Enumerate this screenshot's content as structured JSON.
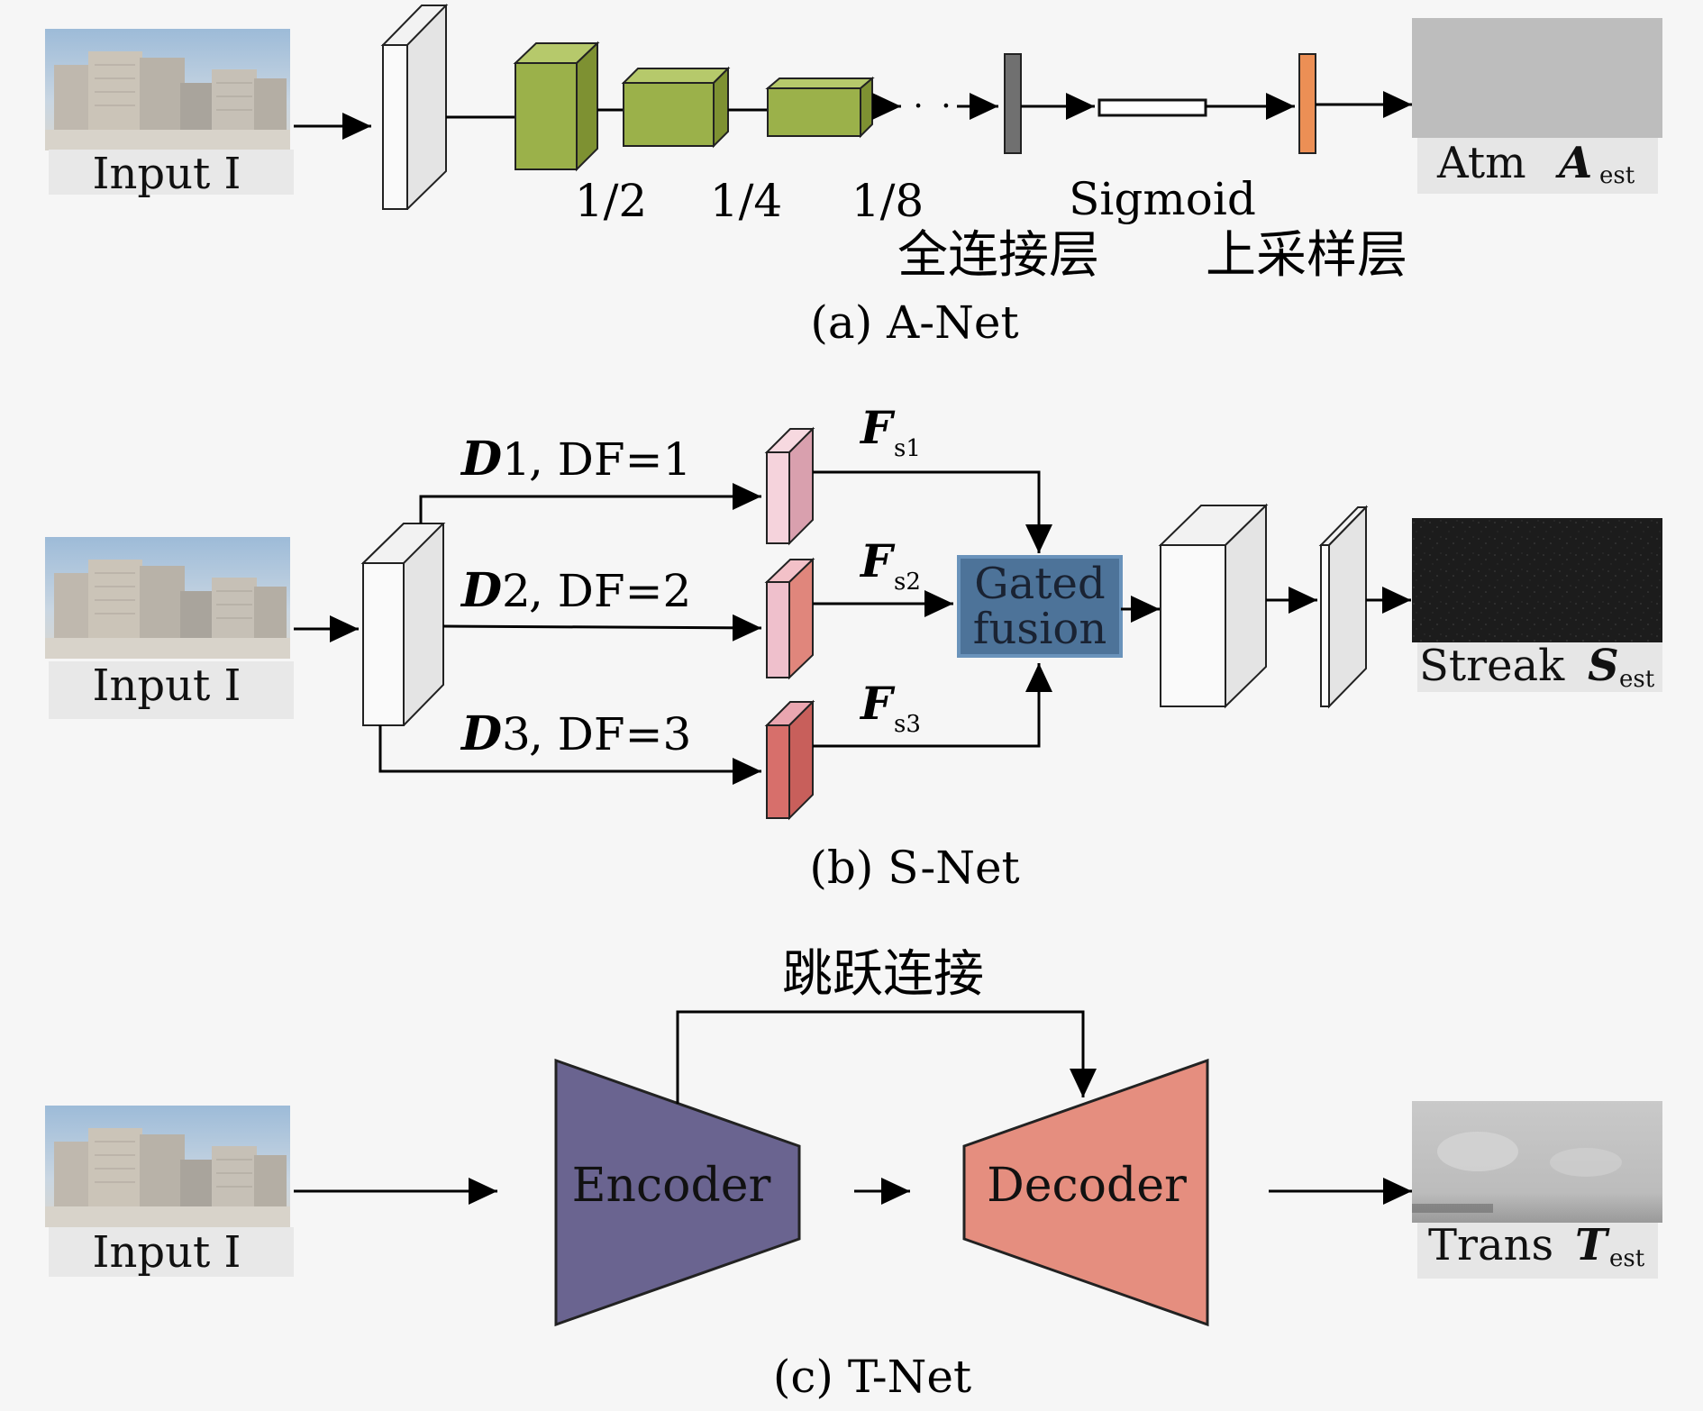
{
  "colors": {
    "background": "#f6f6f6",
    "conv_green": "#9bb14a",
    "fc_gray": "#707070",
    "upsample_orange": "#ec8f55",
    "pink_light": "#efc0cc",
    "pink_mid": "#e8968e",
    "red": "#d76f6b",
    "gated_blue": "#4d7399",
    "encoder_purple": "#6a6490",
    "decoder_salmon": "#e58e7f",
    "atm_gray": "#bdbdbd",
    "streak_dark": "#1c1c1c",
    "trans_gray": "#c5c5c5"
  },
  "a_net": {
    "caption": "(a) A-Net",
    "input_label": "Input I",
    "scales": [
      "1/2",
      "1/4",
      "1/8"
    ],
    "dots": "· · ·",
    "sigmoid": "Sigmoid",
    "fc_label": "全连接层",
    "upsample_label": "上采样层",
    "output_label": "Atm",
    "output_symbol": "A",
    "output_sub": "est"
  },
  "s_net": {
    "caption": "(b) S-Net",
    "input_label": "Input I",
    "branches": [
      {
        "sym": "D",
        "num": "1",
        "rest": ", DF=1",
        "feat": "F",
        "feat_sub": "s1"
      },
      {
        "sym": "D",
        "num": "2",
        "rest": ", DF=2",
        "feat": "F",
        "feat_sub": "s2"
      },
      {
        "sym": "D",
        "num": "3",
        "rest": ", DF=3",
        "feat": "F",
        "feat_sub": "s3"
      }
    ],
    "gated_line1": "Gated",
    "gated_line2": "fusion",
    "output_label": "Streak",
    "output_symbol": "S",
    "output_sub": "est"
  },
  "t_net": {
    "caption": "(c) T-Net",
    "input_label": "Input I",
    "skip_label": "跳跃连接",
    "encoder": "Encoder",
    "decoder": "Decoder",
    "output_label": "Trans",
    "output_symbol": "T",
    "output_sub": "est"
  }
}
